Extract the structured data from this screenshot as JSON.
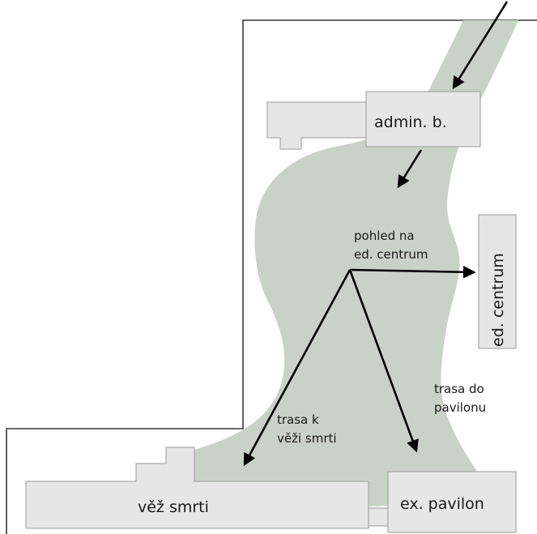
{
  "colors": {
    "route_area": "#c9d2c6",
    "building_fill": "#e6e6e6",
    "building_stroke": "#9a9a9a",
    "boundary": "#3a3a3a",
    "arrow": "#000000"
  },
  "buildings": {
    "admin": "admin. b.",
    "education_centre": "ed. centrum",
    "death_tower": "věž smrti",
    "pavilion": "ex. pavilon"
  },
  "annotations": {
    "view_line1": "pohled na",
    "view_line2": "ed. centrum",
    "tower_route_line1": "trasa k",
    "tower_route_line2": "věži smrti",
    "pavilion_route_line1": "trasa do",
    "pavilion_route_line2": "pavilonu"
  }
}
